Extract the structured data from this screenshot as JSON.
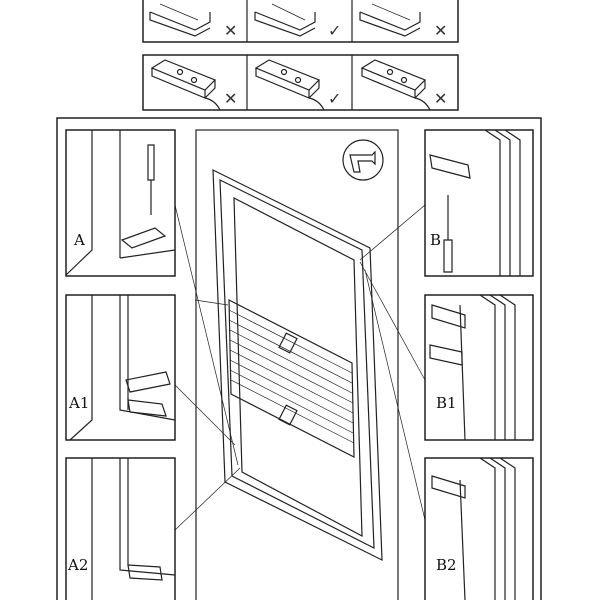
{
  "diagram": {
    "top_row": {
      "marks": [
        "✕",
        "✓",
        "✕"
      ]
    },
    "bottom_row": {
      "marks": [
        "✕",
        "✓",
        "✕"
      ]
    },
    "panels": {
      "a": "A",
      "a1": "A1",
      "a2": "A2",
      "b": "B",
      "b1": "B1",
      "b2": "B2"
    },
    "tool_icon": "drill-icon"
  }
}
